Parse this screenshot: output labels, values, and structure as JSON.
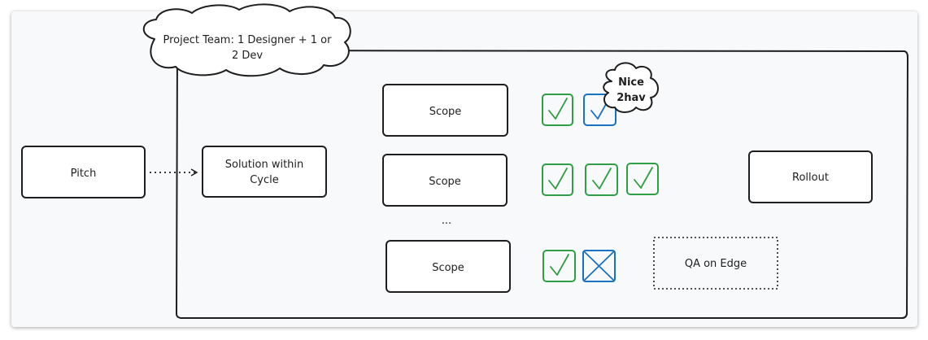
{
  "team_cloud": {
    "line1": "Project Team: 1 Designer + 1 or",
    "line2": "2 Dev"
  },
  "pitch": "Pitch",
  "solution": {
    "line1": "Solution within",
    "line2": "Cycle"
  },
  "scopes": [
    "Scope",
    "Scope",
    "Scope"
  ],
  "ellipsis": "...",
  "nice_cloud": {
    "line1": "Nice",
    "line2": "2hav"
  },
  "rollout": "Rollout",
  "qa": "QA on Edge",
  "colors": {
    "stroke": "#1e1e1e",
    "check_green": "#2f9e44",
    "check_blue": "#1971c2",
    "frame_bg": "#f8f9fa"
  },
  "icons": [
    [
      "check-green",
      "check-blue"
    ],
    [
      "check-green",
      "check-green",
      "check-green"
    ],
    [
      "check-green",
      "x-box-blue"
    ]
  ]
}
